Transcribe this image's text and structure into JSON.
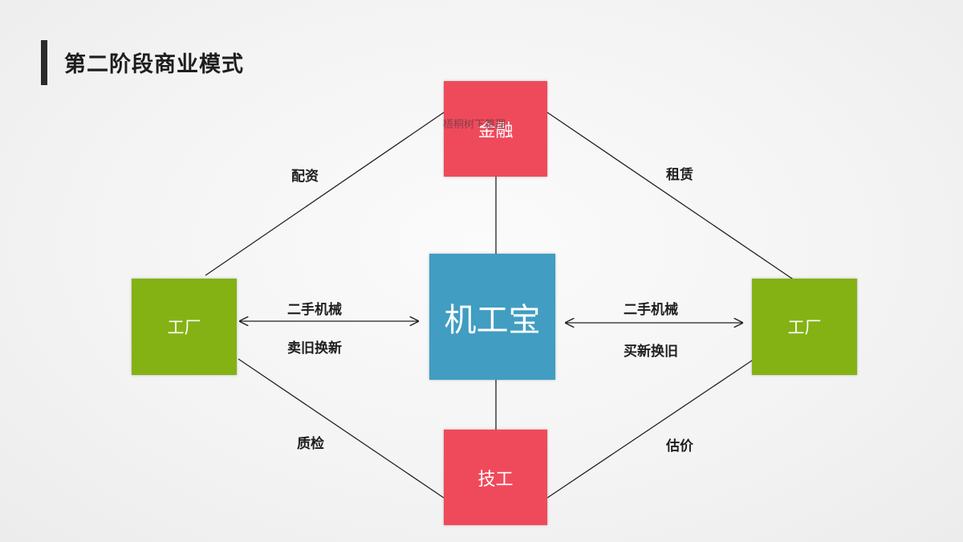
{
  "page": {
    "title": "第二阶段商业模式"
  },
  "nodes": {
    "finance": "金融",
    "tech": "技工",
    "factory_left": "工厂",
    "factory_right": "工厂",
    "center": "机工宝"
  },
  "watermark": "梧桐树下整理",
  "edges": {
    "peizi": "配资",
    "zulin": "租赁",
    "zhijian": "质检",
    "gujia": "估价",
    "left_top": "二手机械",
    "left_bottom": "卖旧换新",
    "right_top": "二手机械",
    "right_bottom": "买新换旧"
  },
  "colors": {
    "red": "#ef4a5c",
    "green": "#84b214",
    "blue": "#419dc1"
  }
}
